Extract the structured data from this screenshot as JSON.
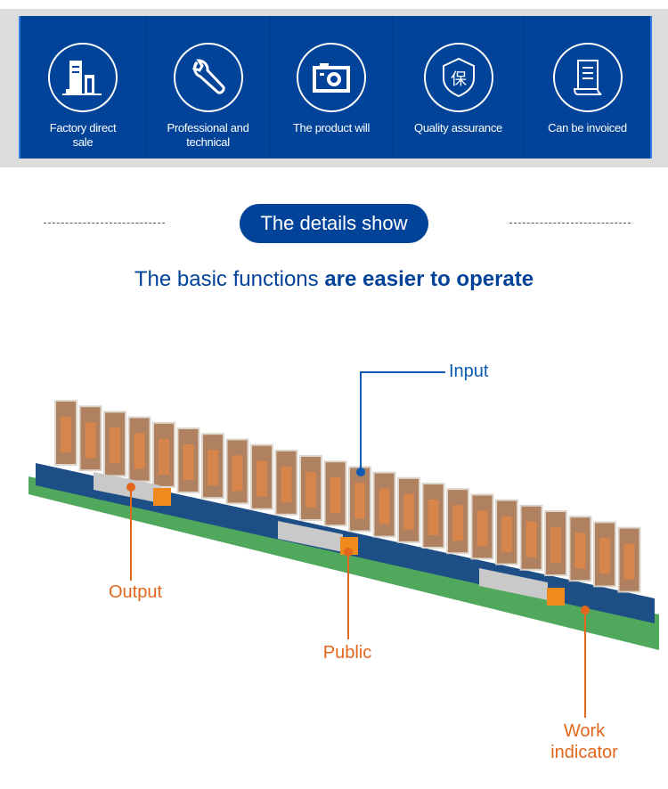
{
  "features": [
    {
      "icon": "factory-icon",
      "label": "Factory direct sale"
    },
    {
      "icon": "wrench-icon",
      "label": "Professional and technical"
    },
    {
      "icon": "camera-icon",
      "label": "The product will"
    },
    {
      "icon": "shield-icon",
      "label": "Quality assurance",
      "glyph": "保"
    },
    {
      "icon": "invoice-icon",
      "label": "Can be invoiced"
    }
  ],
  "section_pill": "The details show",
  "headline": {
    "light": "The basic functions ",
    "bold": "are easier to operate"
  },
  "callouts": {
    "input": "Input",
    "output": "Output",
    "public": "Public",
    "work_line1": "Work",
    "work_line2": "indicator"
  },
  "colors": {
    "brand_blue": "#02439a",
    "callout_orange": "#e2661c",
    "callout_blue": "#0c5bb0",
    "rail_green": "#5fb86a"
  }
}
